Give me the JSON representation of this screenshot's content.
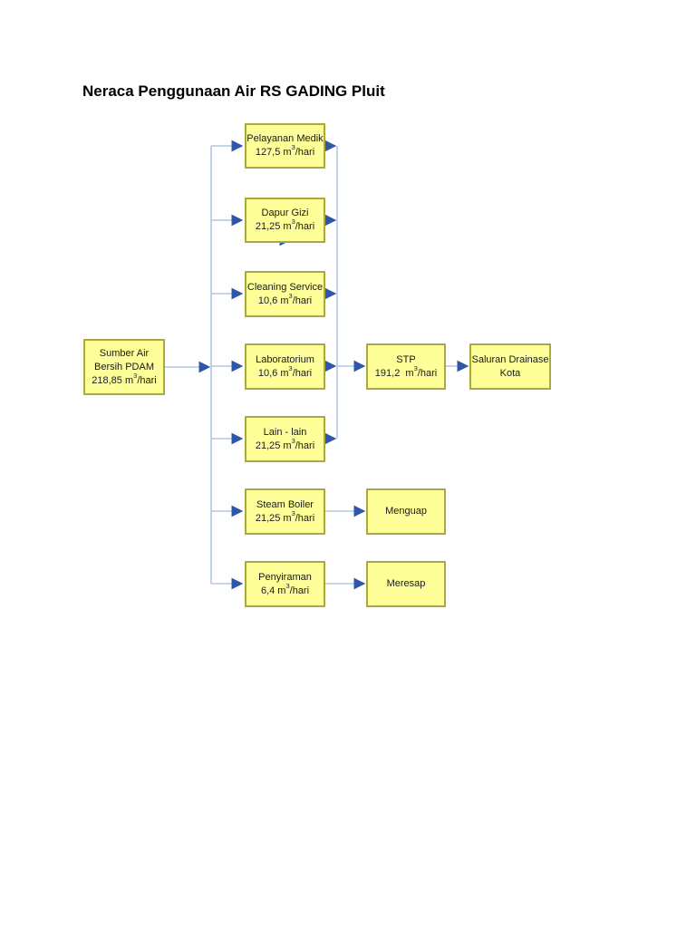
{
  "page": {
    "title": "Neraca Penggunaan Air RS GADING Pluit"
  },
  "colors": {
    "box_fill": "#FFFF99",
    "box_border": "#A9A93E",
    "connector_line": "#B3C6E4",
    "arrowhead": "#3056A8",
    "title_text": "#000000"
  },
  "nodes": {
    "sumber": {
      "line1": "Sumber Air",
      "line2": "Bersih PDAM",
      "value_prefix": "218,85 m",
      "value_sup": "3",
      "value_suffix": "/hari"
    },
    "pelayanan": {
      "line1": "Pelayanan Medik",
      "value_prefix": "127,5 m",
      "value_sup": "3",
      "value_suffix": "/hari"
    },
    "dapur": {
      "line1": "Dapur Gizi",
      "value_prefix": "21,25 m",
      "value_sup": "3",
      "value_suffix": "/hari"
    },
    "cleaning": {
      "line1": "Cleaning Service",
      "value_prefix": "10,6 m",
      "value_sup": "3",
      "value_suffix": "/hari"
    },
    "laboratorium": {
      "line1": "Laboratorium",
      "value_prefix": "10,6 m",
      "value_sup": "3",
      "value_suffix": "/hari"
    },
    "lain": {
      "line1": "Lain - lain",
      "value_prefix": "21,25 m",
      "value_sup": "3",
      "value_suffix": "/hari"
    },
    "steam": {
      "line1": "Steam Boiler",
      "value_prefix": "21,25 m",
      "value_sup": "3",
      "value_suffix": "/hari"
    },
    "penyiraman": {
      "line1": "Penyiraman",
      "value_prefix": "6,4 m",
      "value_sup": "3",
      "value_suffix": "/hari"
    },
    "stp": {
      "line1": "STP",
      "value_prefix": "191,2  m",
      "value_sup": "3",
      "value_suffix": "/hari"
    },
    "saluran": {
      "line1": "Saluran Drainase",
      "line2": "Kota"
    },
    "menguap": {
      "line1": "Menguap"
    },
    "meresap": {
      "line1": "Meresap"
    }
  },
  "edges": [
    {
      "from": "Sumber Air Bersih PDAM",
      "to": "Pelayanan Medik"
    },
    {
      "from": "Sumber Air Bersih PDAM",
      "to": "Dapur Gizi"
    },
    {
      "from": "Sumber Air Bersih PDAM",
      "to": "Cleaning Service"
    },
    {
      "from": "Sumber Air Bersih PDAM",
      "to": "Laboratorium"
    },
    {
      "from": "Sumber Air Bersih PDAM",
      "to": "Lain - lain"
    },
    {
      "from": "Sumber Air Bersih PDAM",
      "to": "Steam Boiler"
    },
    {
      "from": "Sumber Air Bersih PDAM",
      "to": "Penyiraman"
    },
    {
      "from": "Pelayanan Medik",
      "to": "STP"
    },
    {
      "from": "Dapur Gizi",
      "to": "STP"
    },
    {
      "from": "Cleaning Service",
      "to": "STP"
    },
    {
      "from": "Laboratorium",
      "to": "STP"
    },
    {
      "from": "Lain - lain",
      "to": "STP"
    },
    {
      "from": "STP",
      "to": "Saluran Drainase Kota"
    },
    {
      "from": "Steam Boiler",
      "to": "Menguap"
    },
    {
      "from": "Penyiraman",
      "to": "Meresap"
    }
  ]
}
